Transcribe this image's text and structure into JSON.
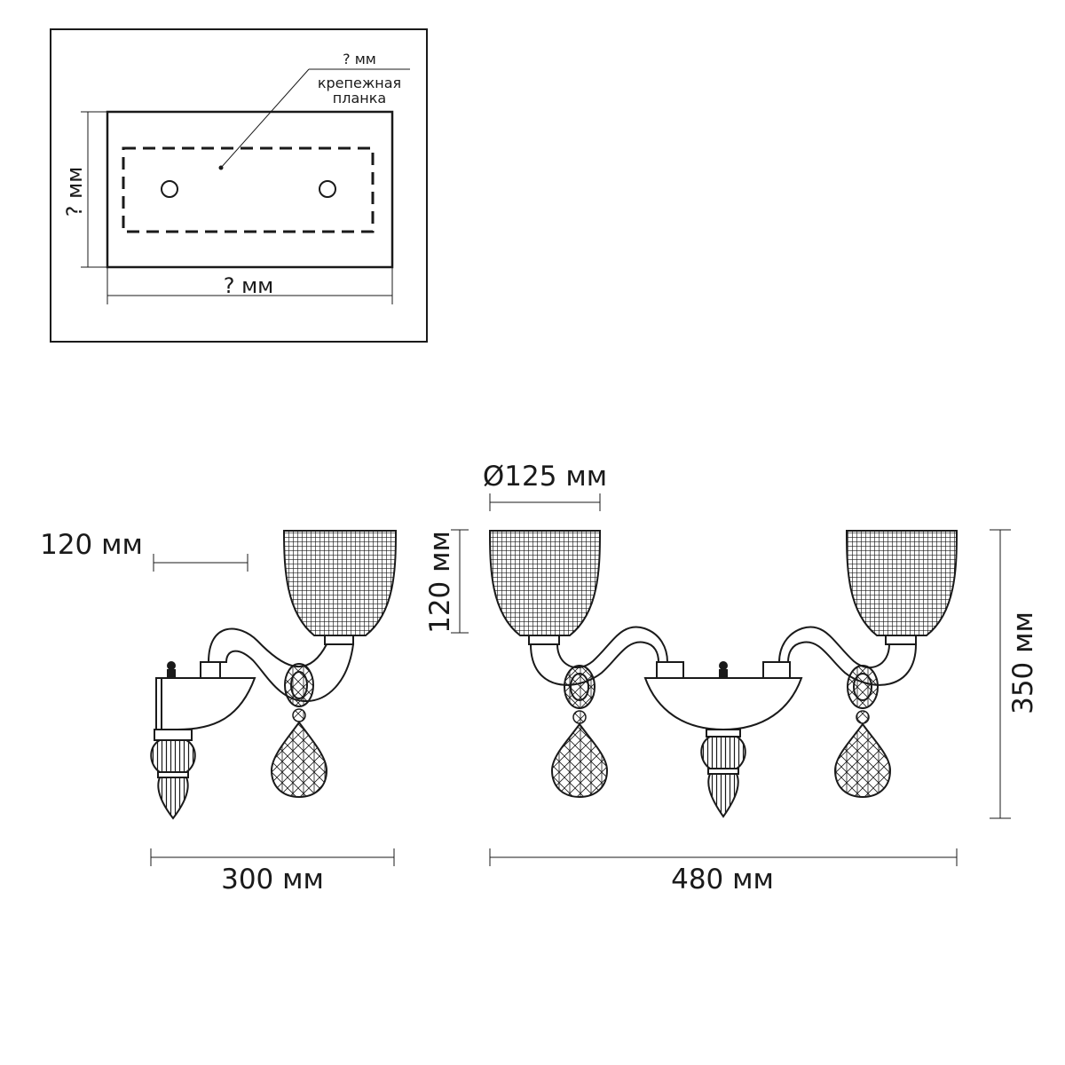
{
  "mount_plate": {
    "top_dim_label": "? мм",
    "callout_line1": "крепежная",
    "callout_line2": "планка",
    "height_dim_label": "? мм",
    "width_dim_label": "? мм"
  },
  "side_view": {
    "depth_label": "120 мм",
    "width_label": "300 мм"
  },
  "front_view": {
    "shade_diameter_label": "Ø125 мм",
    "shade_height_label": "120 мм",
    "total_height_label": "350 мм",
    "total_width_label": "480 мм"
  },
  "colors": {
    "line": "#1a1a1a",
    "background": "#ffffff"
  }
}
